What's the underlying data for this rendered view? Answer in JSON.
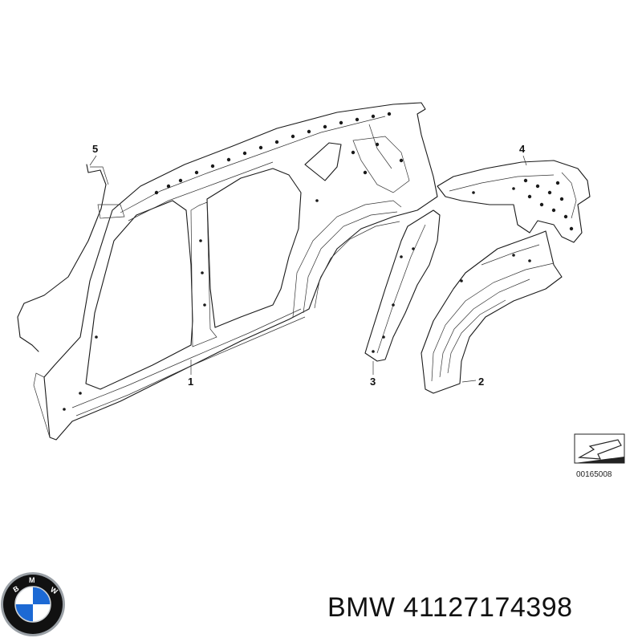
{
  "callouts": {
    "c1": "1",
    "c2": "2",
    "c3": "3",
    "c4": "4",
    "c5": "5"
  },
  "reference_code": "00165008",
  "caption": "BMW 41127174398",
  "logo": {
    "icon": "bmw-roundel-icon",
    "lettering": "BMW",
    "colors": {
      "blue": "#1c69d4",
      "black": "#111111",
      "white": "#ffffff"
    }
  }
}
